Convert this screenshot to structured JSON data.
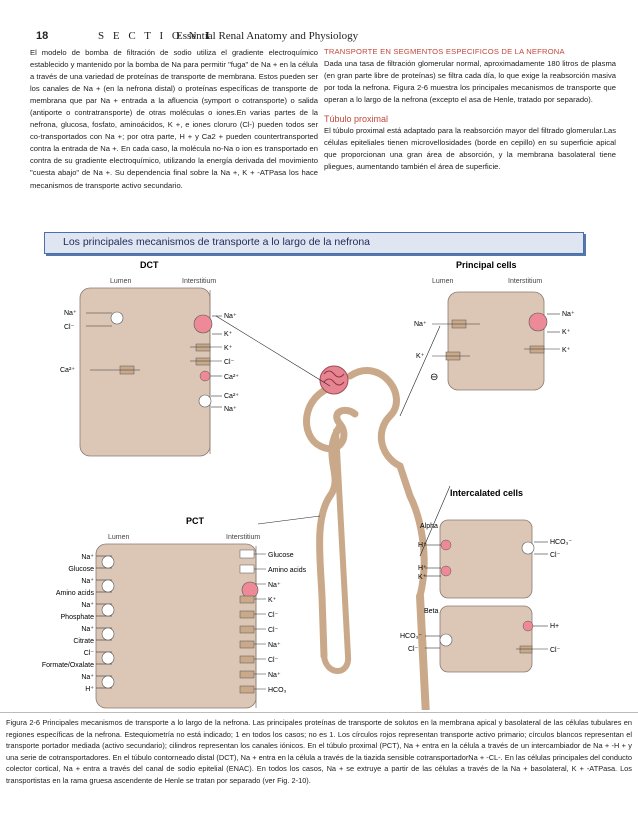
{
  "header": {
    "page_number": "18",
    "section": "S E C T I O N",
    "section_num": "I",
    "title": "Essential Renal Anatomy and Physiology"
  },
  "left_text": "El modelo de bomba de filtración de sodio utiliza el gradiente electroquímico establecido y mantenido por la bomba de Na para permitir \"fuga\" de Na + en la célula a través de una variedad de proteínas de transporte de membrana. Estos pueden ser los canales de Na + (en la nefrona distal) o proteínas específicas de transporte de membrana que par Na + entrada a la afluencia (symport o cotransporte) o salida (antiporte o contratransporte) de otras moléculas o iones.En varias partes de la nefrona, glucosa, fosfato, aminoácidos, K +, e iones cloruro (Cl-) pueden todos ser co-transportados con Na +; por otra parte, H + y Ca2 + pueden countertransported contra la entrada de Na +. En cada caso, la molécula no-Na o ion es transportado en contra de su gradiente electroquímico, utilizando la energía derivada del movimiento \"cuesta abajo\" de Na +. Su dependencia final sobre la Na +, K + -ATPasa los hace mecanismos de transporte activo secundario.",
  "right_heading": "TRANSPORTE EN SEGMENTOS ESPECIFICOS DE LA NEFRONA",
  "right_text1": "Dada una tasa de filtración glomerular normal, aproximadamente 180 litros de plasma (en gran parte libre de proteínas) se filtra cada día, lo que exige la reabsorción masiva por toda la nefrona. Figura 2-6 muestra los principales mecanismos de transporte que operan a lo largo de la nefrona (excepto el asa de Henle, tratado por separado).",
  "right_subheading": "Túbulo proximal",
  "right_text2": "El túbulo proximal está adaptado para la reabsorción mayor del filtrado glomerular.Las células epiteliales tienen microvellosidades (borde en cepillo) en su superficie apical que proporcionan una gran área de absorción, y la membrana basolateral tiene pliegues, aumentando también el área de superficie.",
  "figure_title": "Los principales mecanismos de transporte a lo largo de la nefrona",
  "figure": {
    "dct": {
      "title": "DCT",
      "lumen": "Lumen",
      "interstitium": "Interstitium",
      "left_ions": [
        "Na⁺",
        "Cl⁻",
        "Ca²⁺"
      ],
      "right_ions": [
        "Na⁺",
        "K⁺",
        "K⁺",
        "Cl⁻",
        "Ca²⁺",
        "Ca²⁺",
        "Na⁺"
      ]
    },
    "principal": {
      "title": "Principal cells",
      "lumen": "Lumen",
      "interstitium": "Interstitium",
      "left_ions": [
        "Na⁺",
        "K⁺",
        "⊖"
      ],
      "right_ions": [
        "Na⁺",
        "K⁺",
        "K⁺"
      ]
    },
    "intercalated": {
      "title": "Intercalated cells",
      "alpha": "Alpha",
      "beta": "Beta",
      "alpha_left": [
        "H⁺",
        "H⁺",
        "K⁺"
      ],
      "alpha_right": [
        "HCO₃⁻",
        "Cl⁻"
      ],
      "beta_left": [
        "HCO₃⁻",
        "Cl⁻"
      ],
      "beta_right": [
        "H+",
        "Cl⁻"
      ]
    },
    "pct": {
      "title": "PCT",
      "lumen": "Lumen",
      "interstitium": "Interstitium",
      "left_ions": [
        "Na⁺",
        "Glucose",
        "Na⁺",
        "Amino acids",
        "Na⁺",
        "Phosphate",
        "Na⁺",
        "Citrate",
        "Cl⁻",
        "Formate/Oxalate",
        "Na⁺",
        "H⁺"
      ],
      "right_ions": [
        "Glucose",
        "Amino acids",
        "Na⁺",
        "K⁺",
        "Cl⁻",
        "Cl⁻",
        "Na⁺",
        "Cl⁻",
        "Na⁺",
        "HCO₃"
      ]
    }
  },
  "caption": "Figura 2-6 Principales mecanismos de transporte a lo largo de la nefrona. Las principales proteínas de transporte de solutos en la membrana apical y basolateral de las células tubulares en regiones específicas de la nefrona. Estequiometría no está indicado; 1 en todos los casos; no es 1. Los círculos rojos representan transporte activo primario; círculos blancos representan el transporte portador mediada (activo secundario); cilindros representan los canales iónicos. En el túbulo proximal (PCT), Na + entra en la célula a través de un intercambiador de Na + -H + y una serie de cotransportadores. En el túbulo contorneado distal (DCT), Na + entra en la célula a través de la tiazida sensible cotransportadorNa + -CL-. En las células principales del conducto colector cortical, Na + entra a través del canal de sodio epitelial (ENAC). En todos los casos, Na + se extruye a partir de las células a través de la Na + basolateral, K + -ATPasa. Los transportistas en la rama gruesa ascendente de Henle se tratan por separado (ver Fig. 2-10).",
  "colors": {
    "cell_fill": "#dcc7b7",
    "pump_red": "#ee8a98",
    "channel": "#c9a98a",
    "accent_red": "#c2473b",
    "title_bar": "#dfe6f2"
  }
}
